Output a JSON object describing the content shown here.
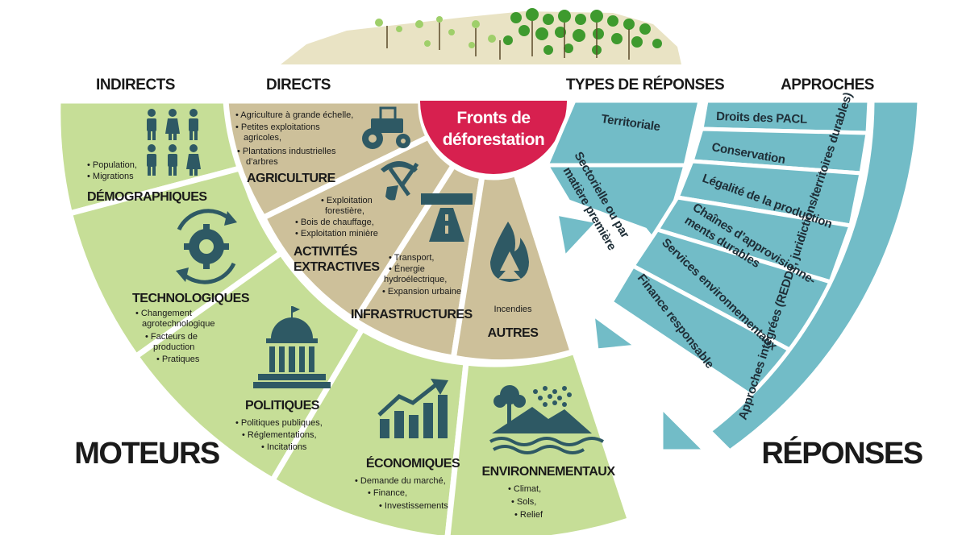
{
  "headers": {
    "indirects": "INDIRECTS",
    "directs": "DIRECTS",
    "types_reponses": "TYPES DE RÉPONSES",
    "approches": "APPROCHES"
  },
  "center": {
    "line1": "Fronts de",
    "line2": "déforestation"
  },
  "big_labels": {
    "moteurs": "MOTEURS",
    "reponses": "RÉPONSES"
  },
  "direct": {
    "agriculture": {
      "title": "AGRICULTURE",
      "items": [
        "• Agriculture à grande échelle,",
        "• Petites exploitations",
        "agricoles,",
        "• Plantations industrielles",
        "d’arbres"
      ]
    },
    "extractives": {
      "title1": "ACTIVITÉS",
      "title2": "EXTRACTIVES",
      "items": [
        "• Exploitation",
        "forestière,",
        "• Bois de chauffage,",
        "• Exploitation minière"
      ]
    },
    "infrastructures": {
      "title": "INFRASTRUCTURES",
      "items": [
        "• Transport,",
        "• Énergie",
        "hydroélectrique,",
        "• Expansion urbaine"
      ]
    },
    "autres": {
      "title": "AUTRES",
      "items": [
        "Incendies"
      ]
    }
  },
  "indirect": {
    "demographiques": {
      "title": "DÉMOGRAPHIQUES",
      "items": [
        "• Population,",
        "• Migrations"
      ]
    },
    "technologiques": {
      "title": "TECHNOLOGIQUES",
      "items": [
        "• Changement",
        "agrotechnologique",
        "• Facteurs de",
        "production",
        "• Pratiques"
      ]
    },
    "politiques": {
      "title": "POLITIQUES",
      "items": [
        "• Politiques publiques,",
        "• Réglementations,",
        "• Incitations"
      ]
    },
    "economiques": {
      "title": "ÉCONOMIQUES",
      "items": [
        "• Demande du marché,",
        "• Finance,",
        "• Investissements"
      ]
    },
    "environnementaux": {
      "title": "ENVIRONNEMENTAUX",
      "items": [
        "• Climat,",
        "• Sols,",
        "• Relief"
      ]
    }
  },
  "response_types": {
    "territoriale": "Territoriale",
    "sectorielle": [
      "Sectorielle ou par",
      "matière première"
    ]
  },
  "approaches": {
    "pacl": "Droits des PACL",
    "conservation": "Conservation",
    "legalite": "Légalité de la production",
    "chaines": [
      "Chaînes d’approvisionne-",
      "ments durables"
    ],
    "services": "Services environnementaux",
    "finance": "Finance responsable",
    "integrees": "Approches intégrées (REDD+, juridictions/territoires durables)"
  },
  "colors": {
    "green_light": "#c6de97",
    "green_mid": "#b4d27c",
    "tan": "#cdc09a",
    "teal": "#72bcc7",
    "crimson": "#d7204f",
    "icon": "#2e5964",
    "forest": "#4fa83a"
  }
}
